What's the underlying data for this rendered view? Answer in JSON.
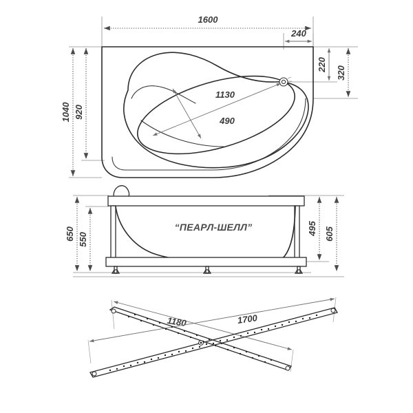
{
  "drawing": {
    "title": "ПЕАРЛ-ШЕЛЛ",
    "model_label": "“ПЕАРЛ-ШЕЛЛ”",
    "units": "mm",
    "line_color": "#2b2b2b",
    "dim_color": "#3a3a3a",
    "background": "#ffffff"
  },
  "views": {
    "plan": {
      "name": "top-view-bathtub-plan",
      "dimensions": {
        "overall_width": "1600",
        "overall_depth": "1040",
        "inner_depth": "920",
        "drain_offset_x": "240",
        "drain_offset_y": "220",
        "right_edge_depth": "320",
        "bowl_length": "1130",
        "bowl_width": "490"
      }
    },
    "elevation": {
      "name": "front-elevation-bathtub",
      "dimensions": {
        "total_height_left": "650",
        "body_height_left": "550",
        "body_height_right": "495",
        "total_height_right": "605"
      }
    },
    "frame": {
      "name": "support-frame-plan",
      "dimensions": {
        "brace_short": "1180",
        "brace_long": "1700"
      }
    }
  },
  "labels": {
    "d1600": "1600",
    "d240": "240",
    "d220": "220",
    "d320": "320",
    "d1040": "1040",
    "d920": "920",
    "d1130": "1130",
    "d490": "490",
    "d650": "650",
    "d550": "550",
    "d495": "495",
    "d605": "605",
    "d1180": "1180",
    "d1700": "1700"
  }
}
